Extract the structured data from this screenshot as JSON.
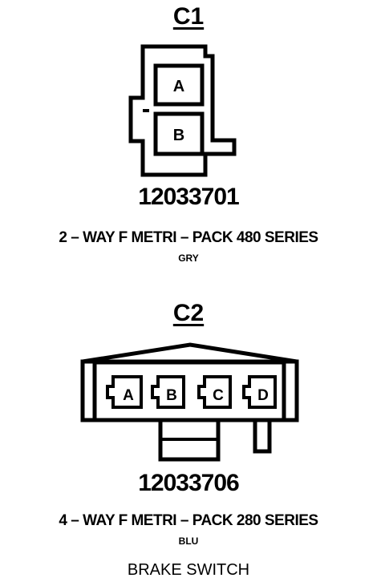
{
  "c1": {
    "title": "C1",
    "pins": [
      "A",
      "B"
    ],
    "part_number": "12033701",
    "series": "2 – WAY F METRI – PACK 480 SERIES",
    "color": "GRY"
  },
  "c2": {
    "title": "C2",
    "pins": [
      "A",
      "B",
      "C",
      "D"
    ],
    "part_number": "12033706",
    "series": "4 – WAY F METRI – PACK 280 SERIES",
    "color": "BLU"
  },
  "caption": "BRAKE SWITCH"
}
